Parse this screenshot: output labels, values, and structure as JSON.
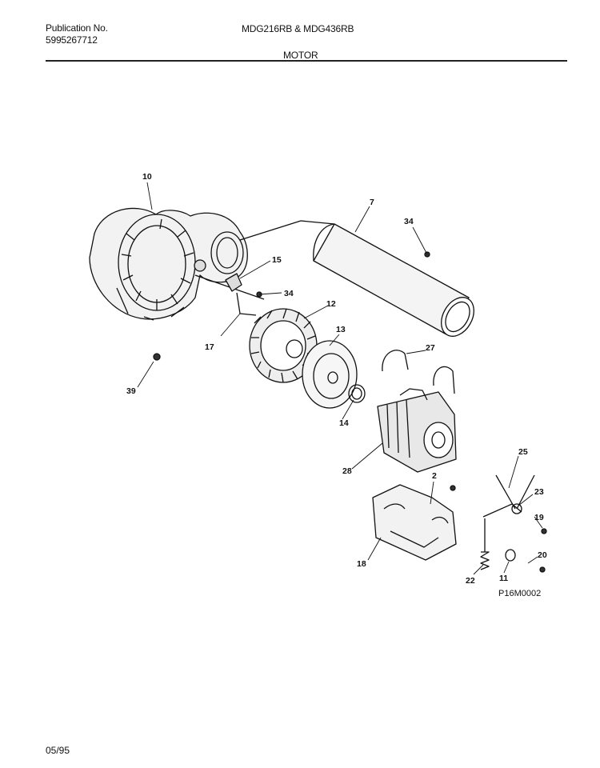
{
  "header": {
    "publication_label": "Publication No.",
    "publication_number": "5995267712",
    "models": "MDG216RB & MDG436RB",
    "section": "MOTOR"
  },
  "footer": {
    "date": "05/95"
  },
  "diagram": {
    "reference_code": "P16M0002",
    "callouts": [
      {
        "id": "10",
        "label": "10"
      },
      {
        "id": "7",
        "label": "7"
      },
      {
        "id": "34a",
        "label": "34"
      },
      {
        "id": "15",
        "label": "15"
      },
      {
        "id": "34b",
        "label": "34"
      },
      {
        "id": "12",
        "label": "12"
      },
      {
        "id": "17",
        "label": "17"
      },
      {
        "id": "13",
        "label": "13"
      },
      {
        "id": "27",
        "label": "27"
      },
      {
        "id": "39",
        "label": "39"
      },
      {
        "id": "14",
        "label": "14"
      },
      {
        "id": "28",
        "label": "28"
      },
      {
        "id": "25",
        "label": "25"
      },
      {
        "id": "2",
        "label": "2"
      },
      {
        "id": "23",
        "label": "23"
      },
      {
        "id": "19",
        "label": "19"
      },
      {
        "id": "18",
        "label": "18"
      },
      {
        "id": "20",
        "label": "20"
      },
      {
        "id": "22",
        "label": "22"
      },
      {
        "id": "11",
        "label": "11"
      }
    ]
  }
}
